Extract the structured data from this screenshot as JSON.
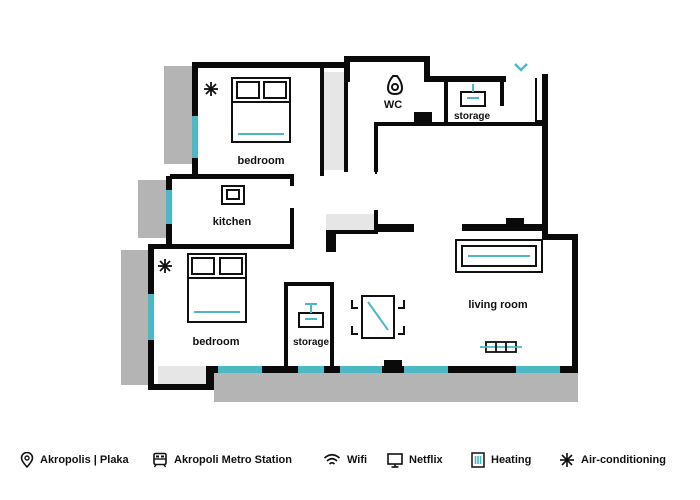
{
  "colors": {
    "wall": "#0a0a0a",
    "balcony": "#b4b4b4",
    "window": "#4cb8c4",
    "accent": "#4cb8c4"
  },
  "rooms": {
    "bedroom_top": "bedroom",
    "kitchen": "kitchen",
    "wc": "WC",
    "storage_top": "storage",
    "bedroom_bottom": "bedroom",
    "storage_bottom": "storage",
    "living_room": "living room"
  },
  "legend": [
    {
      "icon": "location-pin-icon",
      "label": "Akropolis | Plaka"
    },
    {
      "icon": "metro-station-icon",
      "label": "Akropoli Metro Station"
    },
    {
      "icon": "wifi-icon",
      "label": "Wifi"
    },
    {
      "icon": "tv-icon",
      "label": "Netflix"
    },
    {
      "icon": "heating-icon",
      "label": "Heating"
    },
    {
      "icon": "snowflake-icon",
      "label": "Air-conditioning"
    }
  ]
}
